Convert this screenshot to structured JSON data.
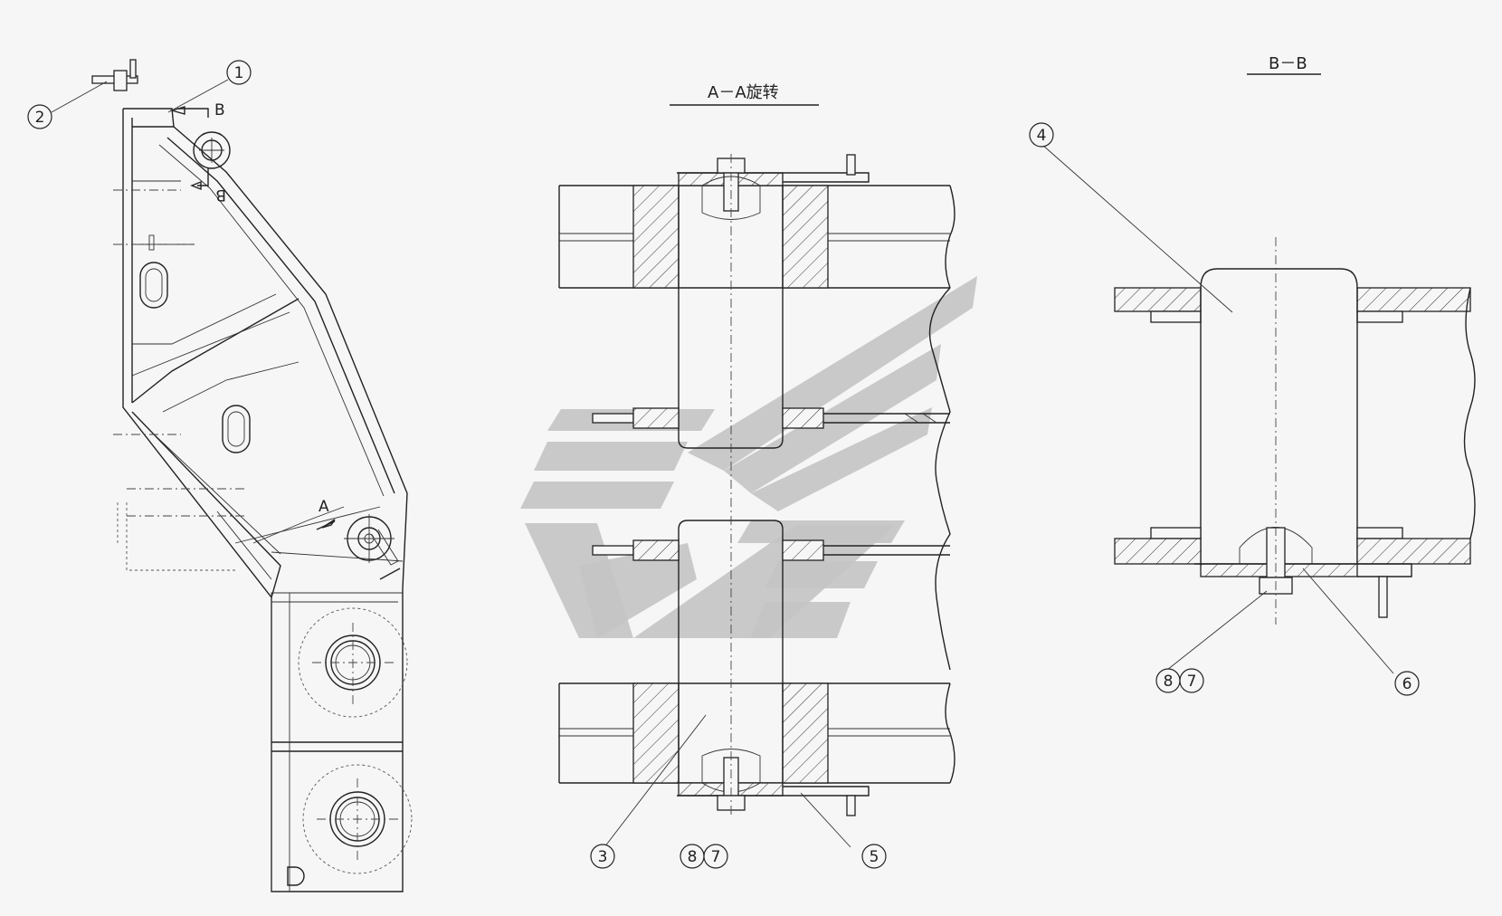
{
  "views": {
    "section_aa_title": "A－A旋转",
    "section_bb_title": "B－B",
    "section_mark_a": "A",
    "section_mark_b": "B"
  },
  "callouts": {
    "p1": "1",
    "p2": "2",
    "p3": "3",
    "p4": "4",
    "p5": "5",
    "p6": "6",
    "p7": "7",
    "p8": "8"
  },
  "colors": {
    "line": "#222222",
    "background": "#f6f6f6",
    "watermark": "#c4c4c4"
  }
}
